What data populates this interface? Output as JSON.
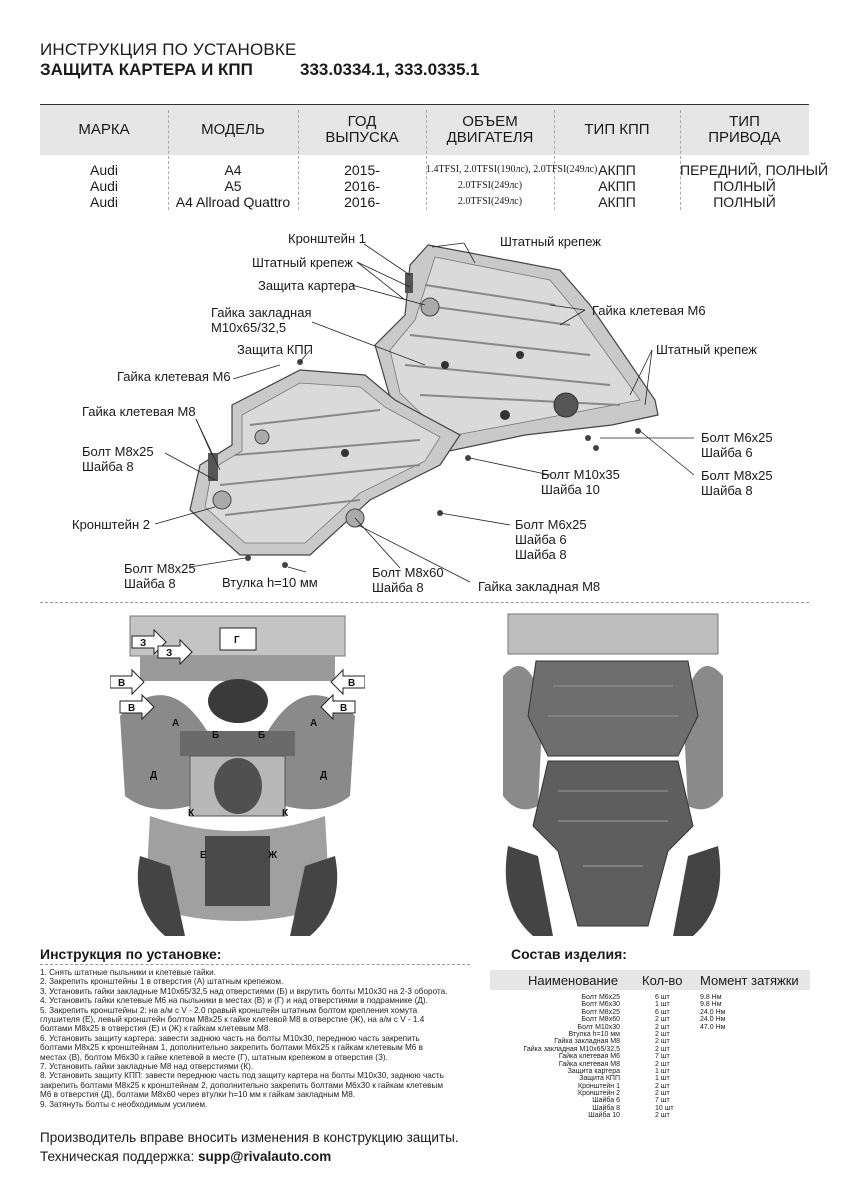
{
  "header": {
    "title_line1": "ИНСТРУКЦИЯ ПО УСТАНОВКЕ",
    "title_line2": "ЗАЩИТА КАРТЕРА И КПП",
    "part_numbers": "333.0334.1, 333.0335.1"
  },
  "spec_table": {
    "columns": [
      "МАРКА",
      "МОДЕЛЬ",
      "ГОД ВЫПУСКА",
      "ОБЪЕМ ДВИГАТЕЛЯ",
      "ТИП КПП",
      "ТИП ПРИВОДА"
    ],
    "columns_split": [
      [
        "МАРКА"
      ],
      [
        "МОДЕЛЬ"
      ],
      [
        "ГОД",
        "ВЫПУСКА"
      ],
      [
        "ОБЪЕМ",
        "ДВИГАТЕЛЯ"
      ],
      [
        "ТИП КПП"
      ],
      [
        "ТИП",
        "ПРИВОДА"
      ]
    ],
    "rows": [
      [
        "Audi",
        "A4",
        "2015-",
        "1.4TFSI, 2.0TFSI(190лс), 2.0TFSI(249лс)",
        "АКПП",
        "ПЕРЕДНИЙ, ПОЛНЫЙ"
      ],
      [
        "Audi",
        "A5",
        "2016-",
        "2.0TFSI(249лс)",
        "АКПП",
        "ПОЛНЫЙ"
      ],
      [
        "Audi",
        "A4 Allroad Quattro",
        "2016-",
        "2.0TFSI(249лс)",
        "АКПП",
        "ПОЛНЫЙ"
      ]
    ]
  },
  "diagram_labels": {
    "kronshtein1": "Кронштейн 1",
    "shtatny1": "Штатный крепеж",
    "shtatny2": "Штатный крепеж",
    "shtatny3": "Штатный крепеж",
    "zashchita_kartera": "Защита картера",
    "gaika_zakl_l1": "Гайка закладная",
    "gaika_zakl_l2": "М10х65/32,5",
    "zashchita_kpp": "Защита КПП",
    "gaika_klet_m6_left": "Гайка клетевая М6",
    "gaika_klet_m6_right": "Гайка клетевая М6",
    "gaika_klet_m8": "Гайка клетевая М8",
    "bolt_m8x25_a1": "Болт М8х25",
    "bolt_m8x25_a2": "Шайба 8",
    "kronshtein2": "Кронштейн 2",
    "bolt_m8x25_b1": "Болт М8х25",
    "bolt_m8x25_b2": "Шайба 8",
    "vtulka": "Втулка h=10 мм",
    "bolt_m8x60_1": "Болт М8х60",
    "bolt_m8x60_2": "Шайба 8",
    "gaika_zakl_m8": "Гайка закладная М8",
    "bolt_m6x25_a1": "Болт М6х25",
    "bolt_m6x25_a2": "Шайба 6",
    "bolt_m6x25_a3": "Шайба 8",
    "bolt_m10x35_1": "Болт М10х35",
    "bolt_m10x35_2": "Шайба 10",
    "bolt_m6x25_b1": "Болт М6х25",
    "bolt_m6x25_b2": "Шайба 6",
    "bolt_m8x25_c1": "Болт М8х25",
    "bolt_m8x25_c2": "Шайба 8"
  },
  "photo_markers": [
    "З",
    "З",
    "Г",
    "В",
    "В",
    "В",
    "В",
    "А",
    "А",
    "Б",
    "Б",
    "Д",
    "Д",
    "К",
    "К",
    "Е",
    "Ж"
  ],
  "instructions": {
    "title": "Инструкция по установке:",
    "lines": [
      "1. Снять штатные пыльники и клетевые гайки.",
      "2. Закрепить кронштейны 1 в отверстия (А) штатным крепежом.",
      "3. Установить гайки закладные М10х65/32,5 над отверстиями (Б) и вкрутить болты М10х30 на 2-3 оборота.",
      "4. Установить гайки клетевые М6 на пыльники в местах (В) и (Г) и над отверстиями в подрамнике (Д).",
      "5. Закрепить кронштейны 2: на а/м с V - 2.0 правый кронштейн штатным болтом крепления хомута",
      "глушителя (Е), левый кронштейн болтом М8х25 к гайке клетевой М8 в отверстие (Ж), на а/м с V - 1.4",
      "болтами М8х25 в отверстия (Е) и (Ж) к гайкам клетевым М8.",
      "6. Установить защиту картера: завести заднюю часть на болты М10х30, переднюю часть закрепить",
      "болтами М8х25 к кронштейнам 1, дополнительно закрепить болтами М6х25 к гайкам клетевым М6 в",
      "местах (В), болтом М6х30 к гайке клетевой в месте (Г), штатным крепежом в отверстия (З).",
      "7. Установить гайки закладные М8 над отверстиями (К).",
      "8. Установить защиту КПП: завести переднюю часть под защиту картера на болты М10х30, заднюю часть",
      "закрепить болтами М8х25 к кронштейнам 2, дополнительно закрепить болтами М6х30 к гайкам клетевым",
      "М6 в отверстия (Д), болтами М8х60 через втулки h=10 мм к гайкам закладным М8.",
      "9. Затянуть болты с необходимым усилием."
    ]
  },
  "composition": {
    "title": "Состав изделия:",
    "headers": [
      "Наименование",
      "Кол-во",
      "Момент затяжки"
    ],
    "rows": [
      [
        "Болт М6х25",
        "6 шт",
        "9.8 Нм"
      ],
      [
        "Болт М6х30",
        "1 шт",
        "9.8 Нм"
      ],
      [
        "Болт М8х25",
        "6 шт",
        "24.0 Нм"
      ],
      [
        "Болт М8х60",
        "2 шт",
        "24.0 Нм"
      ],
      [
        "Болт М10х30",
        "2 шт",
        "47.0 Нм"
      ],
      [
        "Втулка h=10 мм",
        "2 шт",
        ""
      ],
      [
        "Гайка закладная М8",
        "2 шт",
        ""
      ],
      [
        "Гайка закладная М10х65/32,5",
        "2 шт",
        ""
      ],
      [
        "Гайка клетевая М6",
        "7 шт",
        ""
      ],
      [
        "Гайка клетевая М8",
        "2 шт",
        ""
      ],
      [
        "Защита картера",
        "1 шт",
        ""
      ],
      [
        "Защита КПП",
        "1 шт",
        ""
      ],
      [
        "Кронштейн 1",
        "2 шт",
        ""
      ],
      [
        "Кронштейн 2",
        "2 шт",
        ""
      ],
      [
        "Шайба 6",
        "7 шт",
        ""
      ],
      [
        "Шайба 8",
        "10 шт",
        ""
      ],
      [
        "Шайба 10",
        "2 шт",
        ""
      ]
    ]
  },
  "footer": {
    "line1": "Производитель вправе вносить изменения в конструкцию защиты.",
    "line2_prefix": "Техническая поддержка: ",
    "email": "supp@rivalauto.com"
  }
}
